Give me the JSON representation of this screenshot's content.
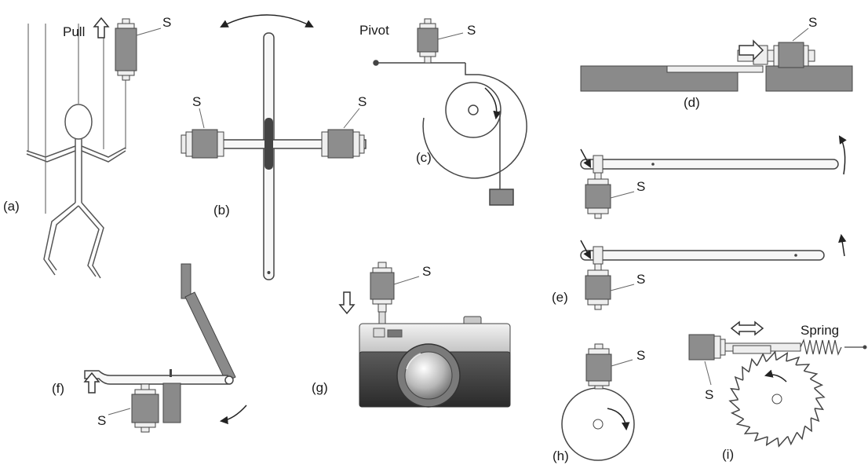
{
  "panels": {
    "a": "(a)",
    "b": "(b)",
    "c": "(c)",
    "d": "(d)",
    "e": "(e)",
    "f": "(f)",
    "g": "(g)",
    "h": "(h)",
    "i": "(i)"
  },
  "solenoid_label": "S",
  "words": {
    "pull": "Pull",
    "pivot": "Pivot",
    "spring": "Spring"
  },
  "colors": {
    "solenoid_body": "#8d8d8d",
    "metal": "#eeeeee",
    "outline": "#444444",
    "block": "#8a8a8a",
    "background": "#ffffff"
  }
}
